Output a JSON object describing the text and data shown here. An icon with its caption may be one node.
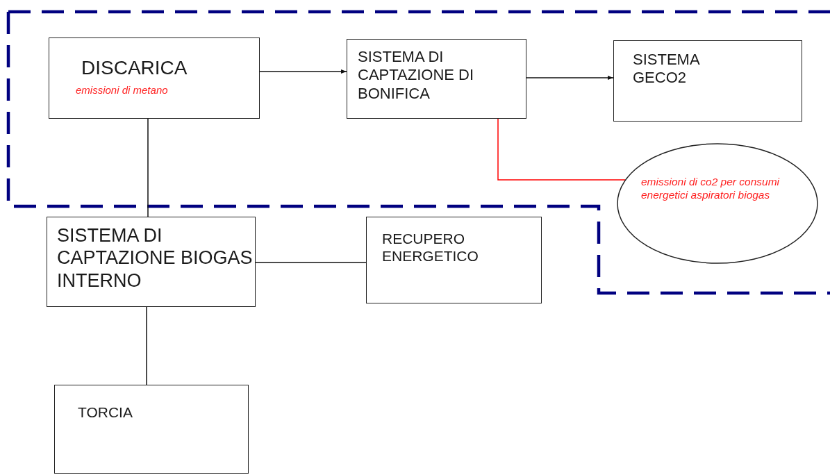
{
  "diagram": {
    "nodes": [
      {
        "text": [
          "DISCARICA",
          "emissioni di metano"
        ]
      },
      {
        "text": [
          "SISTEMA DI CAPTAZIONE DI BONIFICA"
        ]
      },
      {
        "text": [
          "SISTEMA GECO2"
        ]
      },
      {
        "text": [
          "emissioni di co2 per consumi energetici aspiratori biogas"
        ]
      },
      {
        "text": [
          "SISTEMA DI CAPTAZIONE BIOGAS INTERNO"
        ]
      },
      {
        "text": [
          "RECUPERO ENERGETICO"
        ]
      },
      {
        "text": [
          "TORCIA"
        ]
      }
    ],
    "edges": [
      {
        "from": 0,
        "to": 1,
        "arrow": "to"
      },
      {
        "from": 1,
        "to": 2,
        "arrow": "to"
      },
      {
        "from": 1,
        "to": 3,
        "arrow": "none",
        "color": "#ff0000"
      },
      {
        "from": 0,
        "to": 4,
        "arrow": "none"
      },
      {
        "from": 4,
        "to": 5,
        "arrow": "none"
      },
      {
        "from": 4,
        "to": 6,
        "arrow": "none"
      }
    ]
  }
}
